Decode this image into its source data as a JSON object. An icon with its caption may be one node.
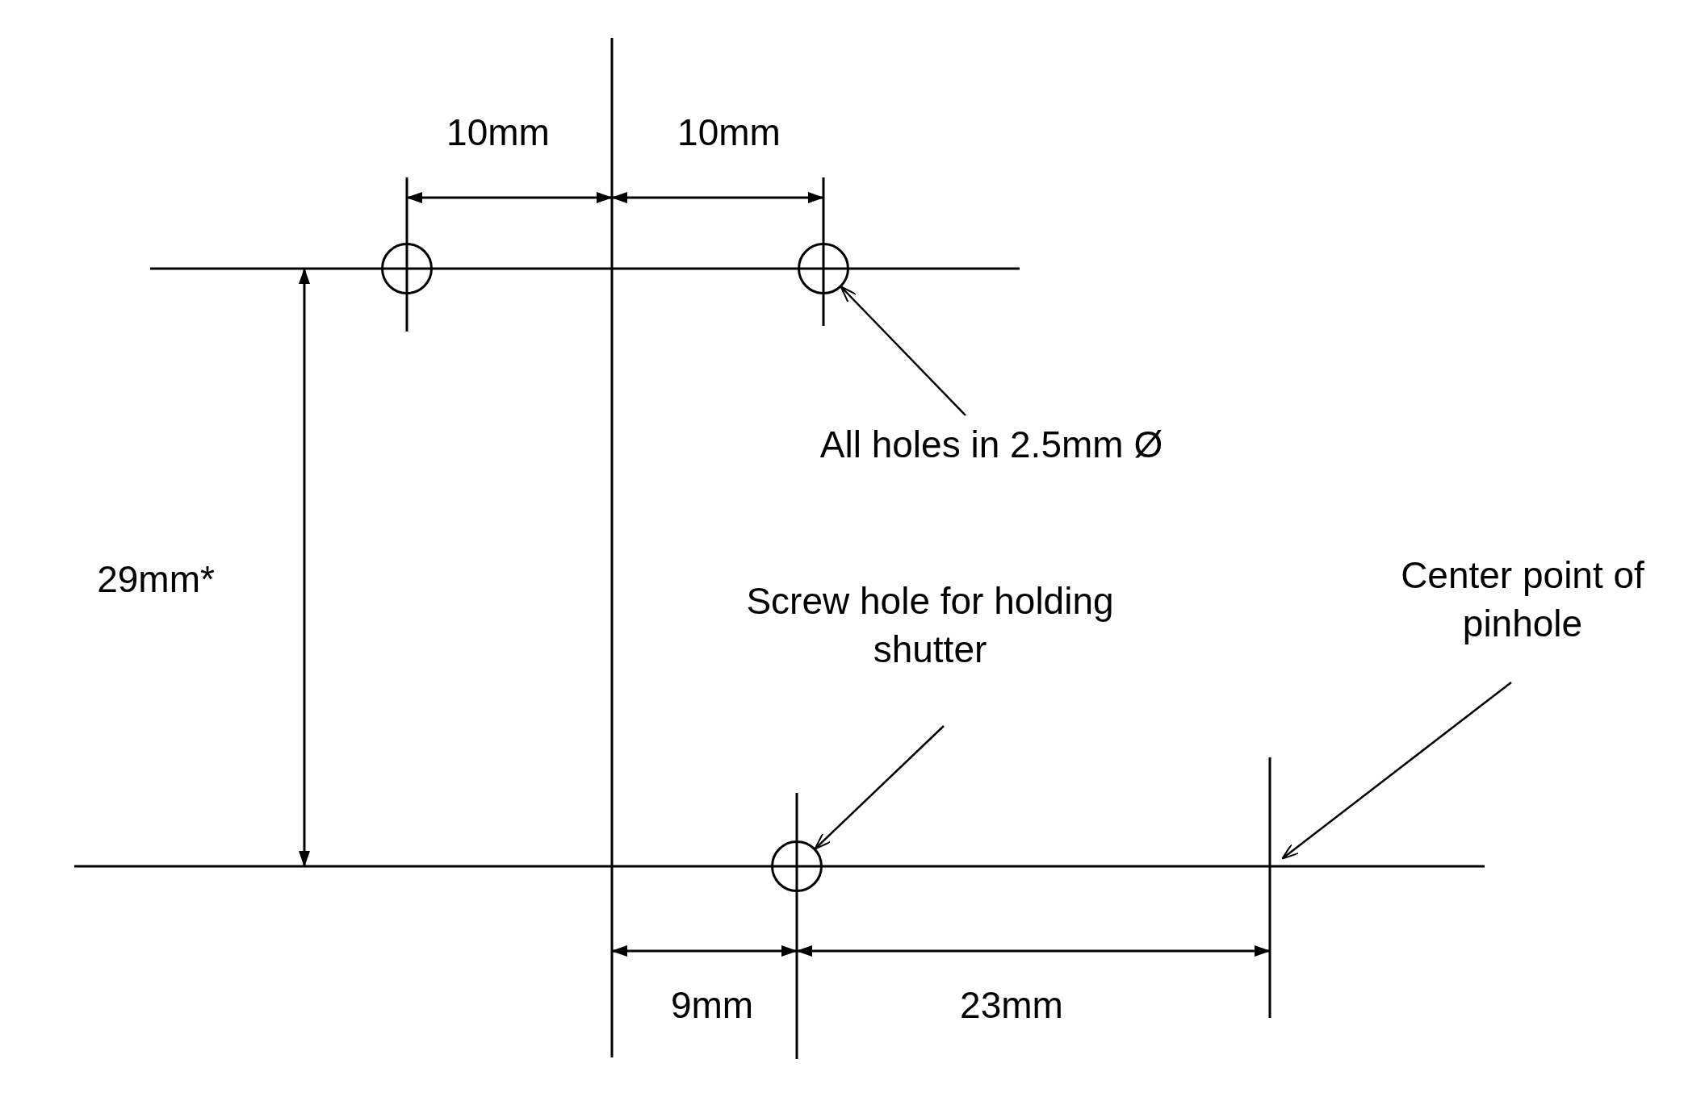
{
  "diagram": {
    "nodes": [
      {
        "text": [],
        "shape": "circle"
      },
      {
        "text": [],
        "shape": "circle"
      },
      {
        "text": [],
        "shape": "circle"
      },
      {
        "text": [
          "All holes in 2.5mm Ø"
        ]
      },
      {
        "text": [
          "Screw hole for holding shutter"
        ]
      },
      {
        "text": [
          "Center point of pinhole"
        ]
      }
    ],
    "edges": [
      {
        "from": 3,
        "to": 1,
        "arrow": "to"
      },
      {
        "from": 4,
        "to": 2,
        "arrow": "to"
      },
      {
        "from": 5,
        "to": null,
        "arrow": "to"
      }
    ],
    "labels": [
      "10mm",
      "10mm",
      "29mm*",
      "9mm",
      "23mm"
    ]
  }
}
